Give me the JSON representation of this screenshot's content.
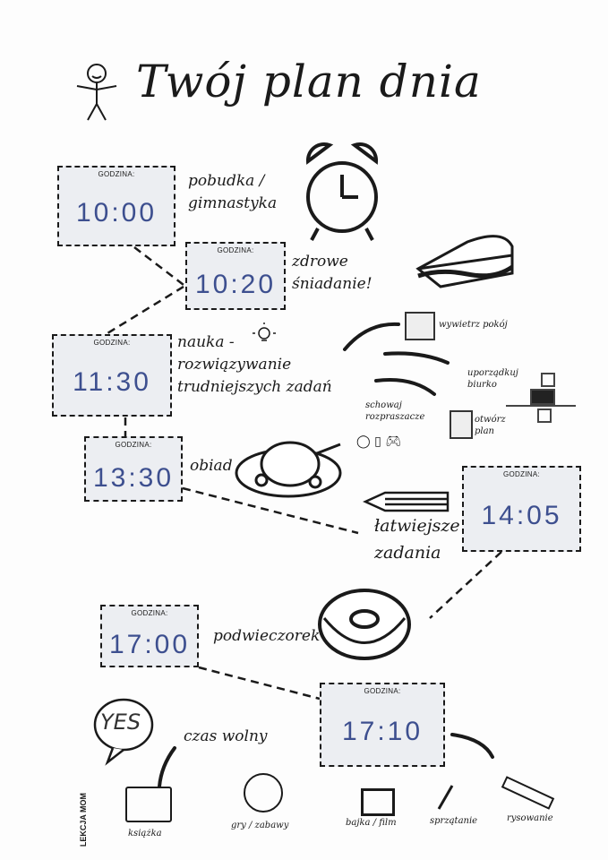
{
  "title": "Twój plan dnia",
  "time_label": "GODZINA:",
  "schedule": [
    {
      "time": "10:00",
      "activity_line1": "pobudka /",
      "activity_line2": "gimnastyka"
    },
    {
      "time": "10:20",
      "activity_line1": "zdrowe",
      "activity_line2": "śniadanie!"
    },
    {
      "time": "11:30",
      "activity_line1": "nauka -",
      "activity_line2": "rozwiązywanie",
      "activity_line3": "trudniejszych zadań"
    },
    {
      "time": "13:30",
      "activity_line1": "obiad"
    },
    {
      "time": "14:05",
      "activity_line1": "łatwiejsze",
      "activity_line2": "zadania"
    },
    {
      "time": "17:00",
      "activity_line1": "podwieczorek"
    },
    {
      "time": "17:10",
      "activity_line1": "czas wolny"
    }
  ],
  "study_tips": [
    "wywietrz pokój",
    "uporządkuj biurko",
    "schowaj rozpraszacze",
    "otwórz plan"
  ],
  "free_time_options": [
    "książka",
    "gry / zabawy",
    "bajka / film",
    "sprzątanie",
    "rysowanie"
  ],
  "speech_bubble": "YES",
  "logo": "LEKCJA MOM"
}
